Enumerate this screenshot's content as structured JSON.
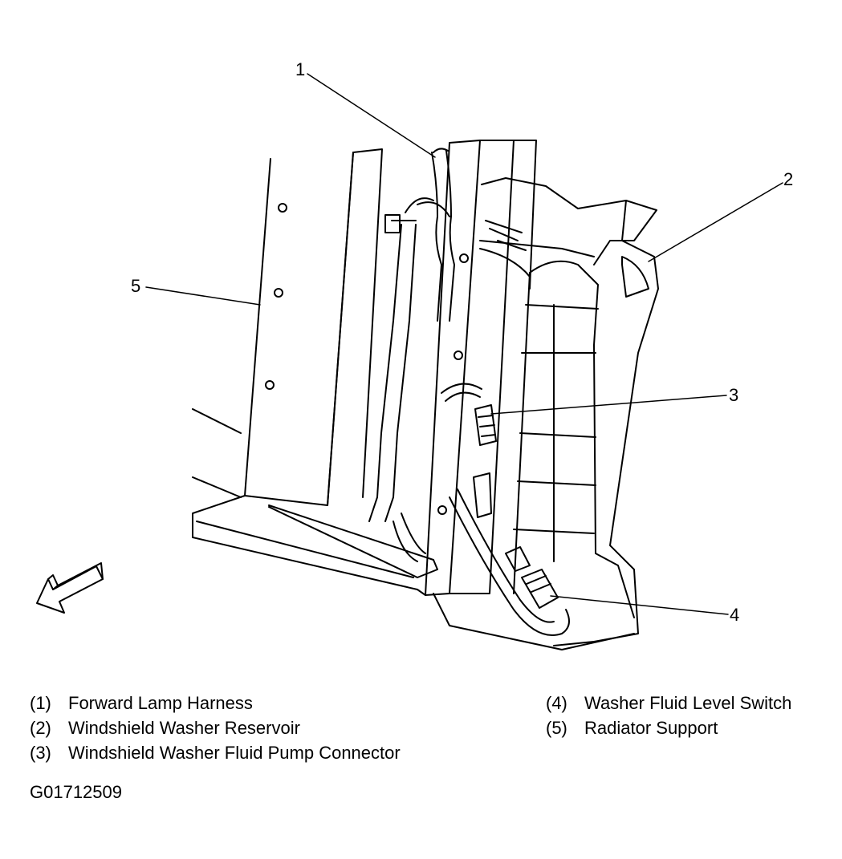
{
  "callouts": [
    "1",
    "2",
    "3",
    "4",
    "5"
  ],
  "legend": [
    {
      "num": "(1)",
      "label": "Forward Lamp Harness"
    },
    {
      "num": "(2)",
      "label": "Windshield Washer Reservoir"
    },
    {
      "num": "(3)",
      "label": "Windshield Washer Fluid Pump Connector"
    },
    {
      "num": "(4)",
      "label": "Washer Fluid Level Switch"
    },
    {
      "num": "(5)",
      "label": "Radiator Support"
    }
  ],
  "figure_id": "G01712509",
  "icons": [
    "forward-arrow-icon"
  ],
  "colors": {
    "line": "#000000",
    "background": "#ffffff"
  }
}
